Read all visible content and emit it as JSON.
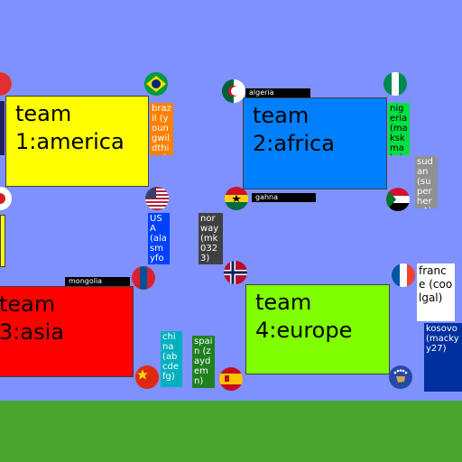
{
  "teams": {
    "america": {
      "label": "team\n1:america",
      "color": "#ffff00"
    },
    "africa": {
      "label": "team\n2:africa",
      "color": "#0080ff"
    },
    "asia": {
      "label": "team\n3:asia",
      "color": "#ff0000"
    },
    "europe": {
      "label": "team\n4:europe",
      "color": "#80ff00"
    }
  },
  "players": {
    "brazil": {
      "text": "brazil (youngwildthing)",
      "color": "#ff8000",
      "icon": "brazil-flag-icon"
    },
    "usa": {
      "text": "USA (alasmyfoe)",
      "color": "#0040ff",
      "icon": "usa-flag-icon"
    },
    "norway": {
      "text": "norway (mk0323)",
      "color": "#404040",
      "icon": "norway-flag-icon"
    },
    "nigeria": {
      "text": "nigeria (makskmaks)",
      "color": "#00e040",
      "icon": "nigeria-flag-icon"
    },
    "sudan": {
      "text": "sudan (superheroAhmad)",
      "color": "#909090",
      "icon": "sudan-flag-icon"
    },
    "algeria": {
      "tag": "algeria",
      "icon": "algeria-flag-icon"
    },
    "ghana": {
      "tag": "gahna",
      "icon": "ghana-flag-icon"
    },
    "mongolia": {
      "tag": "mongolia",
      "icon": "mongolia-flag-icon"
    },
    "china": {
      "text": "china (abcdefg)",
      "color": "#00b0c0",
      "icon": "china-flag-icon"
    },
    "spain": {
      "text": "spain (zaydemn)",
      "color": "#208020",
      "icon": "spain-flag-icon"
    },
    "france": {
      "text": "france (coolgal)",
      "color": "#ffffff",
      "icon": "france-flag-icon"
    },
    "kosovo": {
      "text": "kosovo (mackyy27)",
      "color": "#0030a0",
      "icon": "kosovo-flag-icon"
    }
  }
}
